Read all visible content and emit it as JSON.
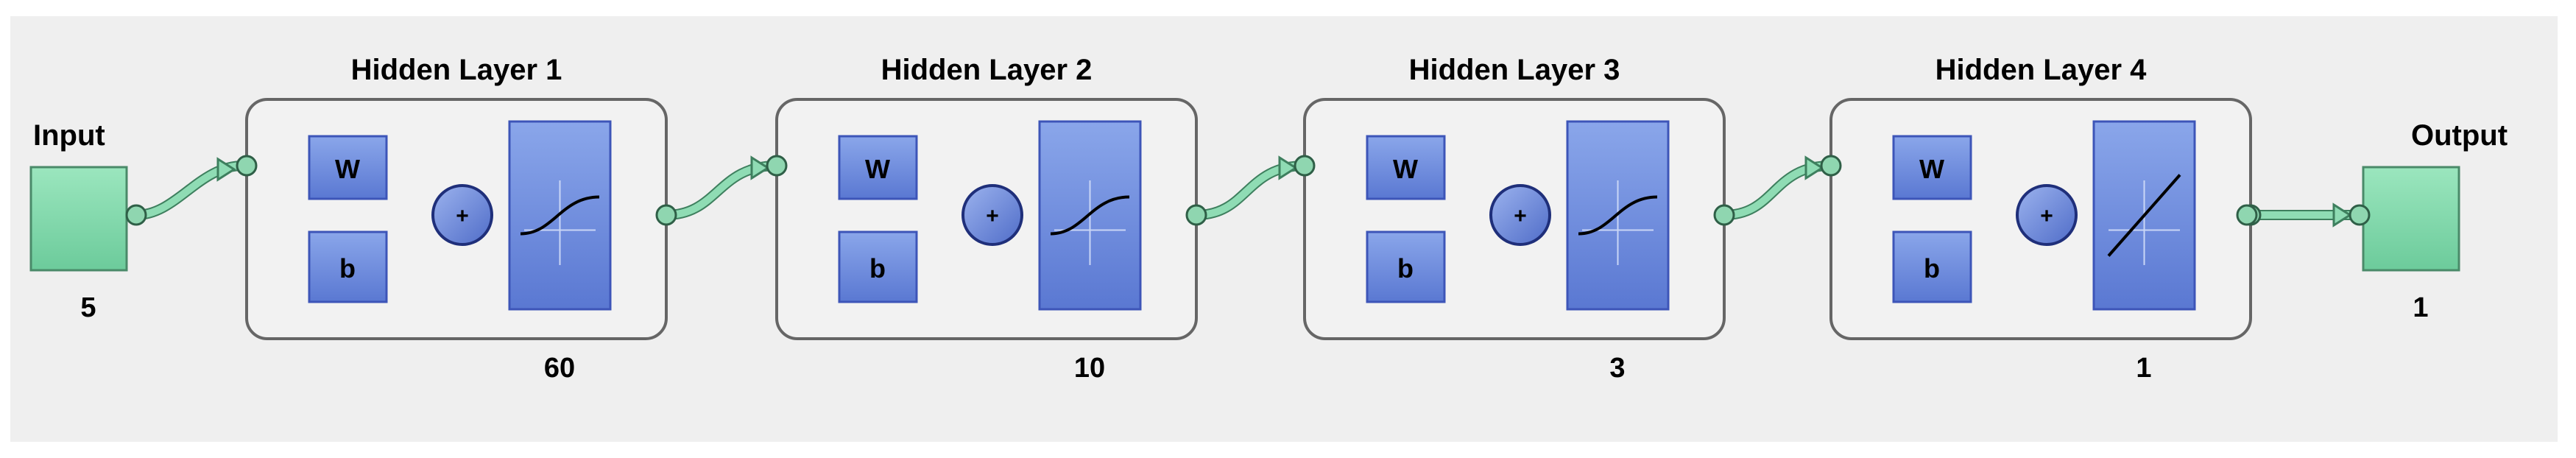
{
  "input": {
    "label": "Input",
    "size": "5"
  },
  "output": {
    "label": "Output",
    "size": "1"
  },
  "layers": [
    {
      "title": "Hidden Layer 1",
      "size": "60",
      "weight_label": "W",
      "bias_label": "b",
      "sum_symbol": "+",
      "activation_icon": "sigmoid-icon"
    },
    {
      "title": "Hidden Layer 2",
      "size": "10",
      "weight_label": "W",
      "bias_label": "b",
      "sum_symbol": "+",
      "activation_icon": "sigmoid-icon"
    },
    {
      "title": "Hidden Layer 3",
      "size": "3",
      "weight_label": "W",
      "bias_label": "b",
      "sum_symbol": "+",
      "activation_icon": "sigmoid-icon"
    },
    {
      "title": "Hidden Layer 4",
      "size": "1",
      "weight_label": "W",
      "bias_label": "b",
      "sum_symbol": "+",
      "activation_icon": "linear-icon"
    }
  ],
  "colors": {
    "background": "#efefef",
    "layer_box_fill": "#f2f2f2",
    "layer_box_stroke": "#666666",
    "block_blue": "#6f8fe0",
    "block_blue_dark": "#3d55b8",
    "io_green": "#86dcaf",
    "io_green_stroke": "#4a8a69",
    "connector": "#8fdcb4",
    "connector_stroke": "#3e7f5e"
  }
}
